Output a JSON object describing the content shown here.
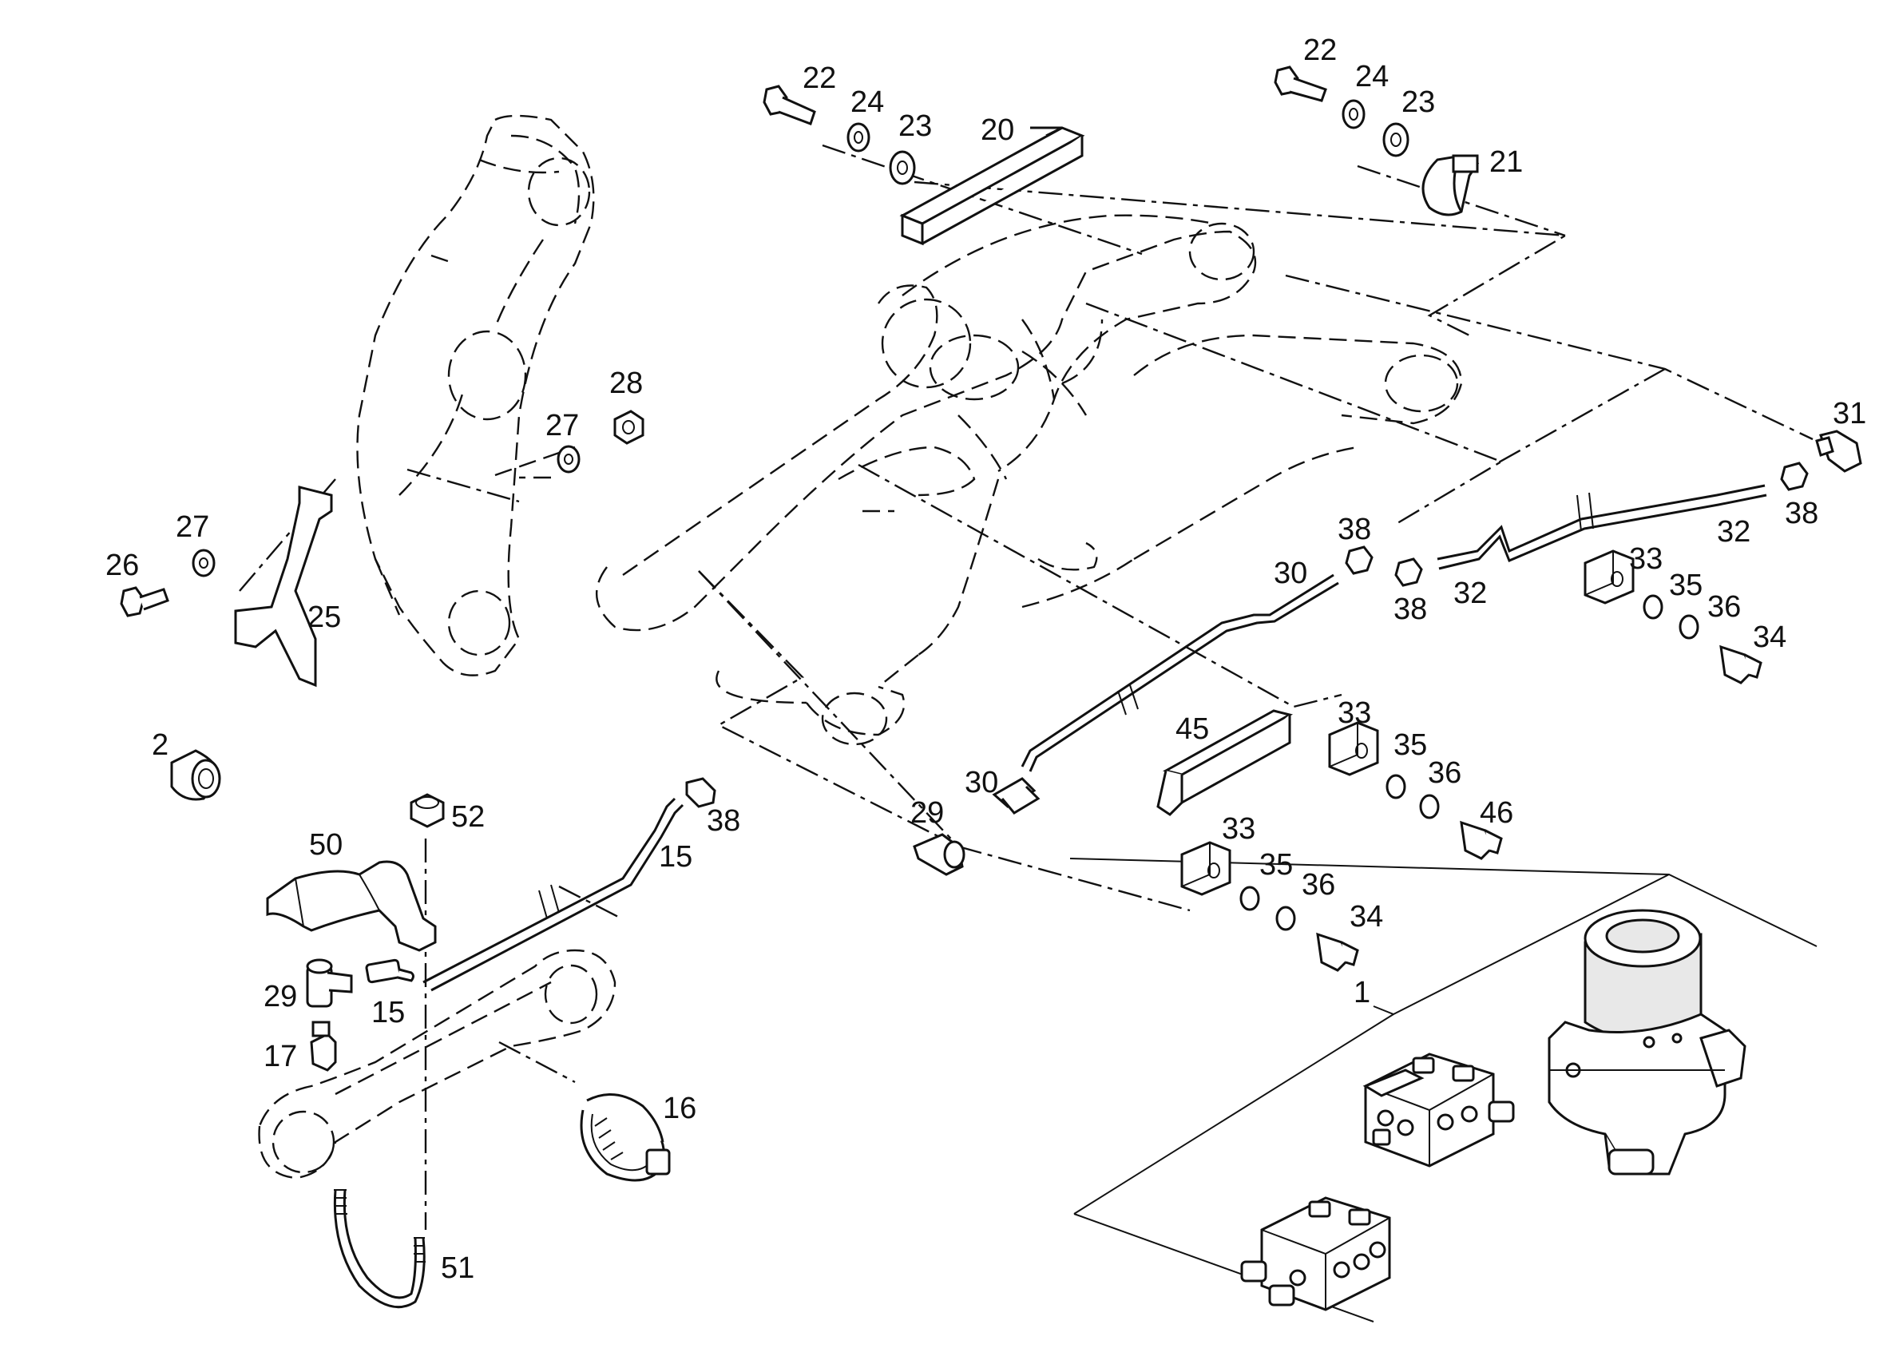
{
  "diagram": {
    "callouts": [
      "1",
      "2",
      "15",
      "15",
      "16",
      "17",
      "20",
      "21",
      "22",
      "22",
      "23",
      "23",
      "24",
      "24",
      "25",
      "26",
      "27",
      "27",
      "28",
      "29",
      "29",
      "30",
      "30",
      "31",
      "32",
      "32",
      "33",
      "33",
      "33",
      "34",
      "34",
      "35",
      "35",
      "35",
      "36",
      "36",
      "36",
      "38",
      "38",
      "38",
      "38",
      "45",
      "46",
      "50",
      "51",
      "52"
    ]
  }
}
